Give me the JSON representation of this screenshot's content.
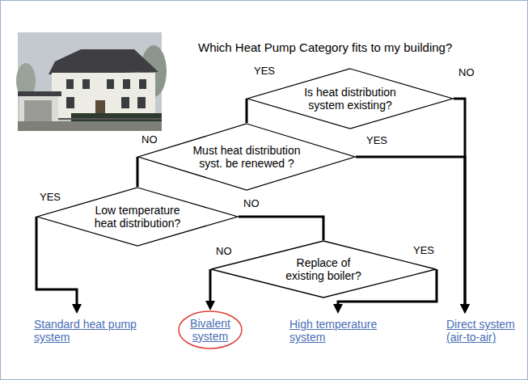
{
  "diagram": {
    "title": "Which Heat Pump Category fits to my building?",
    "nodes": [
      {
        "text": [
          "Is heat distribution system existing?"
        ]
      },
      {
        "text": [
          "Must heat distribution syst. be renewed ?"
        ]
      },
      {
        "text": [
          "Low temperature heat distribution?"
        ]
      },
      {
        "text": [
          "Replace of existing boiler?"
        ]
      },
      {
        "text": [
          "Standard heat pump system"
        ]
      },
      {
        "text": [
          "Bivalent system"
        ]
      },
      {
        "text": [
          "High temperature system"
        ]
      },
      {
        "text": [
          "Direct system (air-to-air)"
        ]
      }
    ],
    "edges": [
      {
        "from": 0,
        "to": 1,
        "label": "YES",
        "arrow": "none"
      },
      {
        "from": 0,
        "to": 7,
        "label": "NO",
        "arrow": "to"
      },
      {
        "from": 1,
        "to": 2,
        "label": "NO",
        "arrow": "none"
      },
      {
        "from": 1,
        "to": 7,
        "label": "YES",
        "arrow": "to"
      },
      {
        "from": 2,
        "to": 4,
        "label": "YES",
        "arrow": "to"
      },
      {
        "from": 2,
        "to": 3,
        "label": "NO",
        "arrow": "none"
      },
      {
        "from": 3,
        "to": 5,
        "label": "NO",
        "arrow": "to"
      },
      {
        "from": 3,
        "to": 6,
        "label": "YES",
        "arrow": "to"
      }
    ]
  }
}
